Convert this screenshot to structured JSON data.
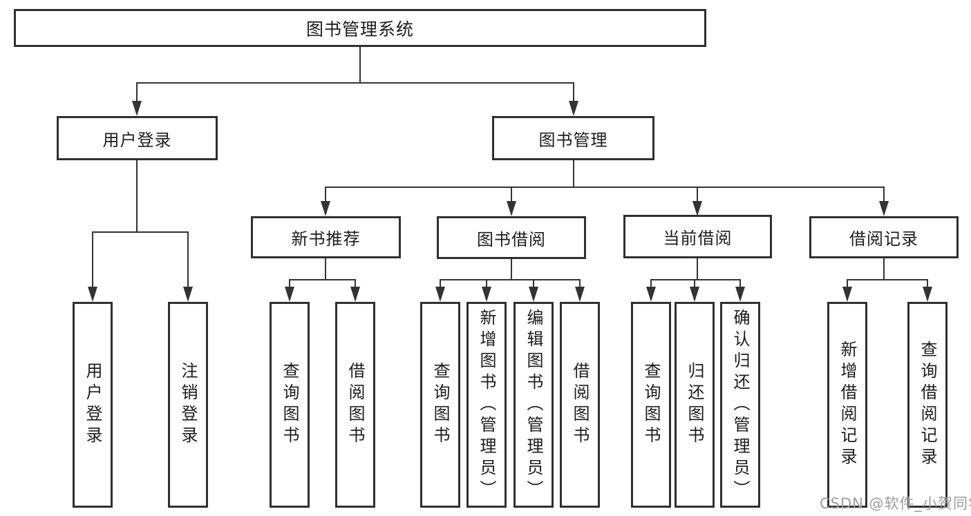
{
  "diagram": {
    "title": "图书管理系统",
    "root": {
      "label": "图书管理系统"
    },
    "level2": [
      {
        "label": "用户登录"
      },
      {
        "label": "图书管理"
      }
    ],
    "user_login_children": [
      {
        "label": "用户登录"
      },
      {
        "label": "注销登录"
      }
    ],
    "book_mgmt_children": [
      {
        "label": "新书推荐",
        "children": [
          {
            "label": "查询图书"
          },
          {
            "label": "借阅图书"
          }
        ]
      },
      {
        "label": "图书借阅",
        "children": [
          {
            "label": "查询图书"
          },
          {
            "label": "新增图书（管理员）"
          },
          {
            "label": "编辑图书（管理员）"
          },
          {
            "label": "借阅图书"
          }
        ]
      },
      {
        "label": "当前借阅",
        "children": [
          {
            "label": "查询图书"
          },
          {
            "label": "归还图书"
          },
          {
            "label": "确认归还（管理员）"
          }
        ]
      },
      {
        "label": "借阅记录",
        "children": [
          {
            "label": "新增借阅记录"
          },
          {
            "label": "查询借阅记录"
          }
        ]
      }
    ],
    "watermark": "CSDN @软件_小贺同学",
    "colors": {
      "line": "#333333",
      "border": "#2f2f2f",
      "text": "#1c1c1c",
      "watermark": "#9c9c9c",
      "background": "#ffffff"
    }
  }
}
